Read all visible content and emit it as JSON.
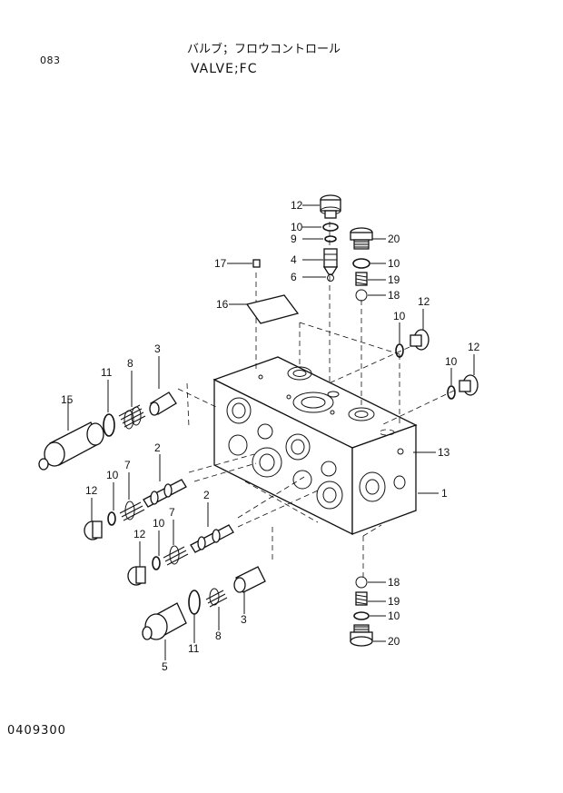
{
  "header": {
    "page_number": "083",
    "title_jp": "バルブ；フロウコントロール",
    "title_en": "VALVE;FC"
  },
  "footer": {
    "reference": "0409300"
  },
  "callouts": [
    "1",
    "2",
    "2",
    "3",
    "3",
    "4",
    "5",
    "6",
    "7",
    "7",
    "8",
    "8",
    "9",
    "10",
    "10",
    "10",
    "10",
    "10",
    "10",
    "10",
    "11",
    "11",
    "12",
    "12",
    "12",
    "12",
    "12",
    "13",
    "15",
    "16",
    "17",
    "18",
    "18",
    "19",
    "19",
    "20",
    "20"
  ]
}
